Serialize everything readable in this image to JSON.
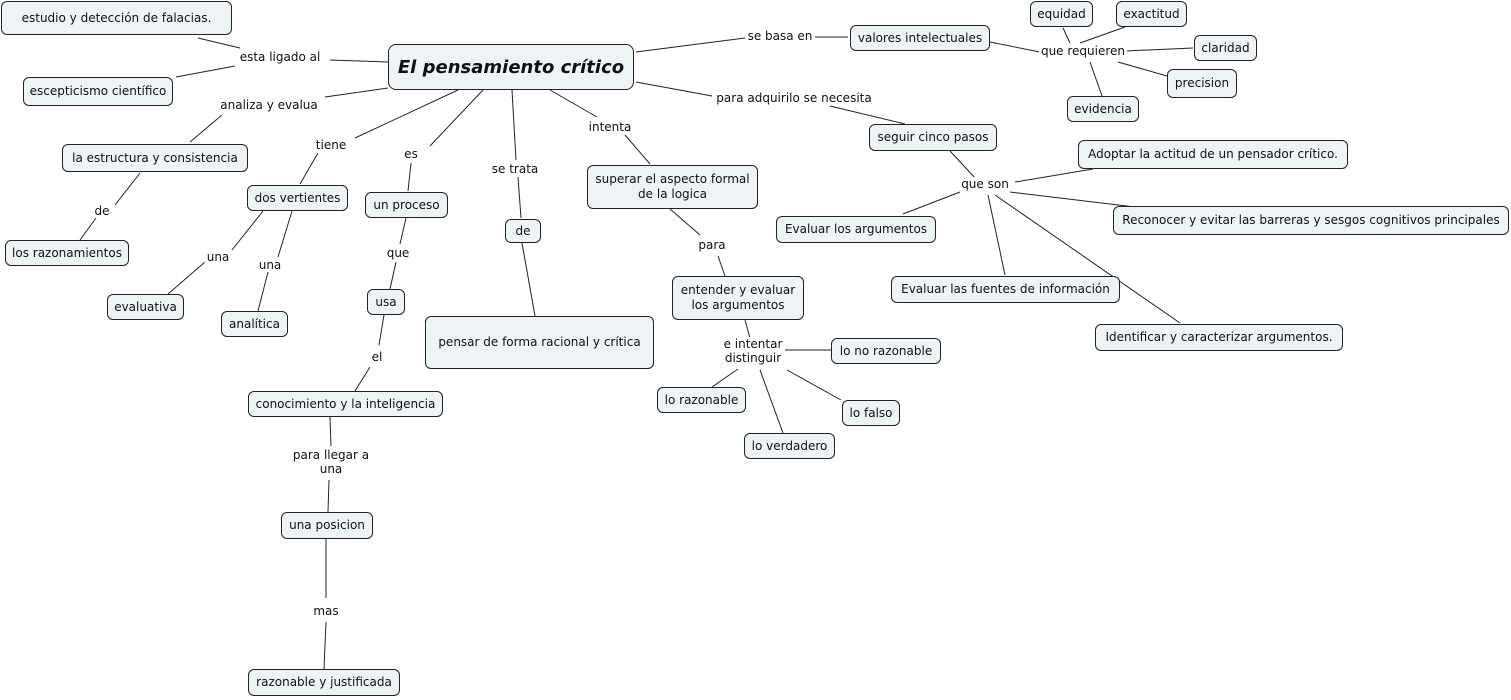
{
  "root": "El pensamiento crítico",
  "concepts": [
    "estudio y detección de falacias.",
    "escepticismo científico",
    "la estructura y consistencia",
    "los razonamientos",
    "dos vertientes",
    "evaluativa",
    "analítica",
    "un proceso",
    "usa",
    "conocimiento y la inteligencia",
    "una posicion",
    "razonable y justificada",
    "de",
    "pensar de forma racional y crítica",
    "superar el aspecto formal\nde la logica",
    "entender y evaluar\nlos argumentos",
    "lo no razonable",
    "lo razonable",
    "lo falso",
    "lo verdadero",
    "valores intelectuales",
    "equidad",
    "exactitud",
    "claridad",
    "precision",
    "evidencia",
    "seguir cinco pasos",
    "Adoptar la actitud de un pensador crítico.",
    "Reconocer y evitar las barreras y sesgos cognitivos principales",
    "Evaluar los argumentos",
    "Evaluar las fuentes de información",
    "Identificar y caracterizar argumentos."
  ],
  "linking_phrases": [
    "esta ligado al",
    "analiza y evalua",
    "tiene",
    "es",
    "se trata",
    "intenta",
    "se basa en",
    "para adquirilo se necesita",
    "que requieren",
    "que son",
    "de",
    "una",
    "una",
    "que",
    "el",
    "para llegar a\nuna",
    "mas",
    "para",
    "e intentar\ndistinguir"
  ],
  "colors": {
    "node_fill": "#eef3f5",
    "border": "#222222",
    "line": "#222222"
  }
}
